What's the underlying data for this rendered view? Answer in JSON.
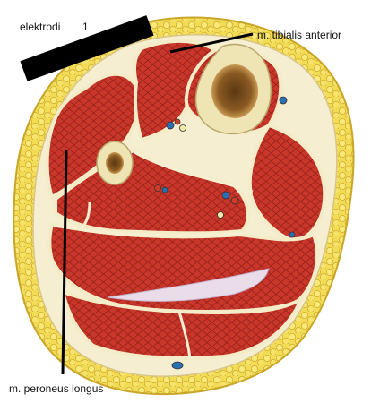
{
  "labels": {
    "electrode": "elektrodi",
    "electrode_num": "1",
    "tibialis": "m. tibialis anterior",
    "peroneus": "m. peroneus longus"
  },
  "colors": {
    "fat": "#f2d94a",
    "fat_dark": "#c9a528",
    "muscle": "#c9362a",
    "muscle_dark": "#8f1e17",
    "fascia": "#f4ecc8",
    "bone": "#efe4b4",
    "marrow": "#7a4e1c",
    "electrode": "#000000"
  }
}
